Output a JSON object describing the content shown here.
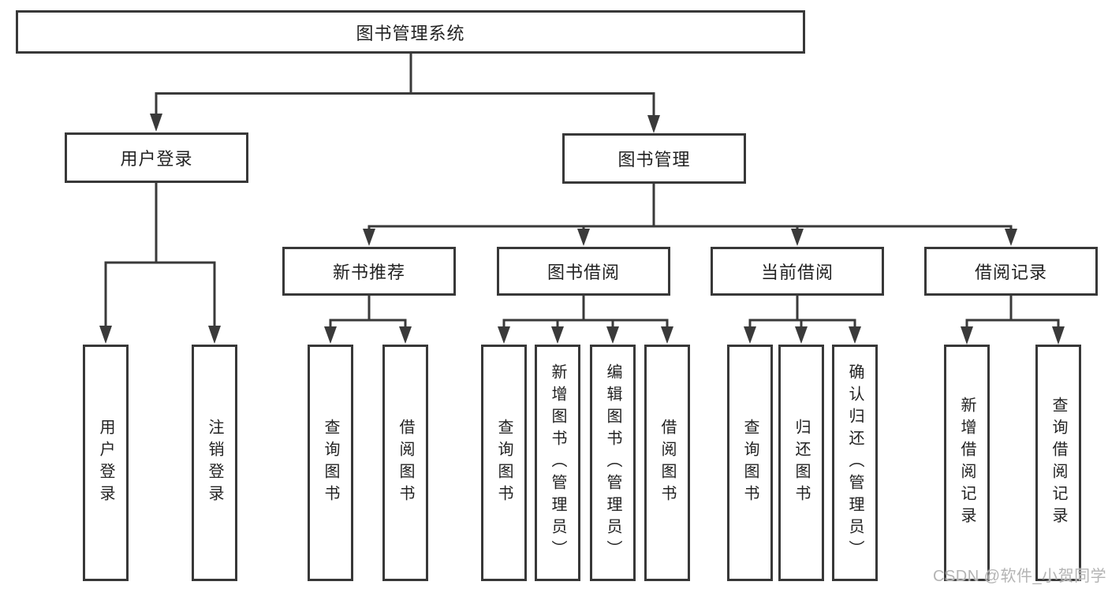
{
  "diagram_title": "图书管理系统",
  "colors": {
    "line": "#3a3a3a",
    "box_border": "#383838",
    "text": "#222222",
    "watermark": "#b4b4b4",
    "background": "#ffffff"
  },
  "labels": {
    "root": "图书管理系统",
    "user_login": "用户登录",
    "book_mgmt": "图书管理",
    "new_book_rec": "新书推荐",
    "book_borrow": "图书借阅",
    "current_borrow": "当前借阅",
    "borrow_records": "借阅记录",
    "leaf_user_login": "用户登录",
    "leaf_logout": "注销登录",
    "leaf_nbr_query": "查询图书",
    "leaf_nbr_borrow": "借阅图书",
    "leaf_bb_query": "查询图书",
    "leaf_bb_add": "新增图书（管理员）",
    "leaf_bb_edit": "编辑图书（管理员）",
    "leaf_bb_borrow": "借阅图书",
    "leaf_cb_query": "查询图书",
    "leaf_cb_return": "归还图书",
    "leaf_cb_confirm": "确认归还（管理员）",
    "leaf_br_add": "新增借阅记录",
    "leaf_br_query": "查询借阅记录"
  },
  "hierarchy": {
    "图书管理系统": {
      "用户登录": [
        "用户登录",
        "注销登录"
      ],
      "图书管理": {
        "新书推荐": [
          "查询图书",
          "借阅图书"
        ],
        "图书借阅": [
          "查询图书",
          "新增图书（管理员）",
          "编辑图书（管理员）",
          "借阅图书"
        ],
        "当前借阅": [
          "查询图书",
          "归还图书",
          "确认归还（管理员）"
        ],
        "借阅记录": [
          "新增借阅记录",
          "查询借阅记录"
        ]
      }
    }
  },
  "watermark": "CSDN @软件_小贺同学"
}
